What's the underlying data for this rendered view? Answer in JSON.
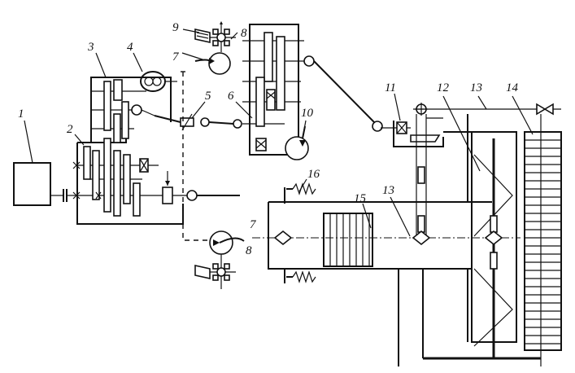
{
  "labels": {
    "l1": "1",
    "l2": "2",
    "l3": "3",
    "l4": "4",
    "l5": "5",
    "l6": "6",
    "l7a": "7",
    "l7b": "7",
    "l8a": "8",
    "l8b": "8",
    "l9": "9",
    "l10": "10",
    "l11": "11",
    "l12": "12",
    "l13a": "13",
    "l13b": "13",
    "l14": "14",
    "l15": "15",
    "l16": "16"
  }
}
